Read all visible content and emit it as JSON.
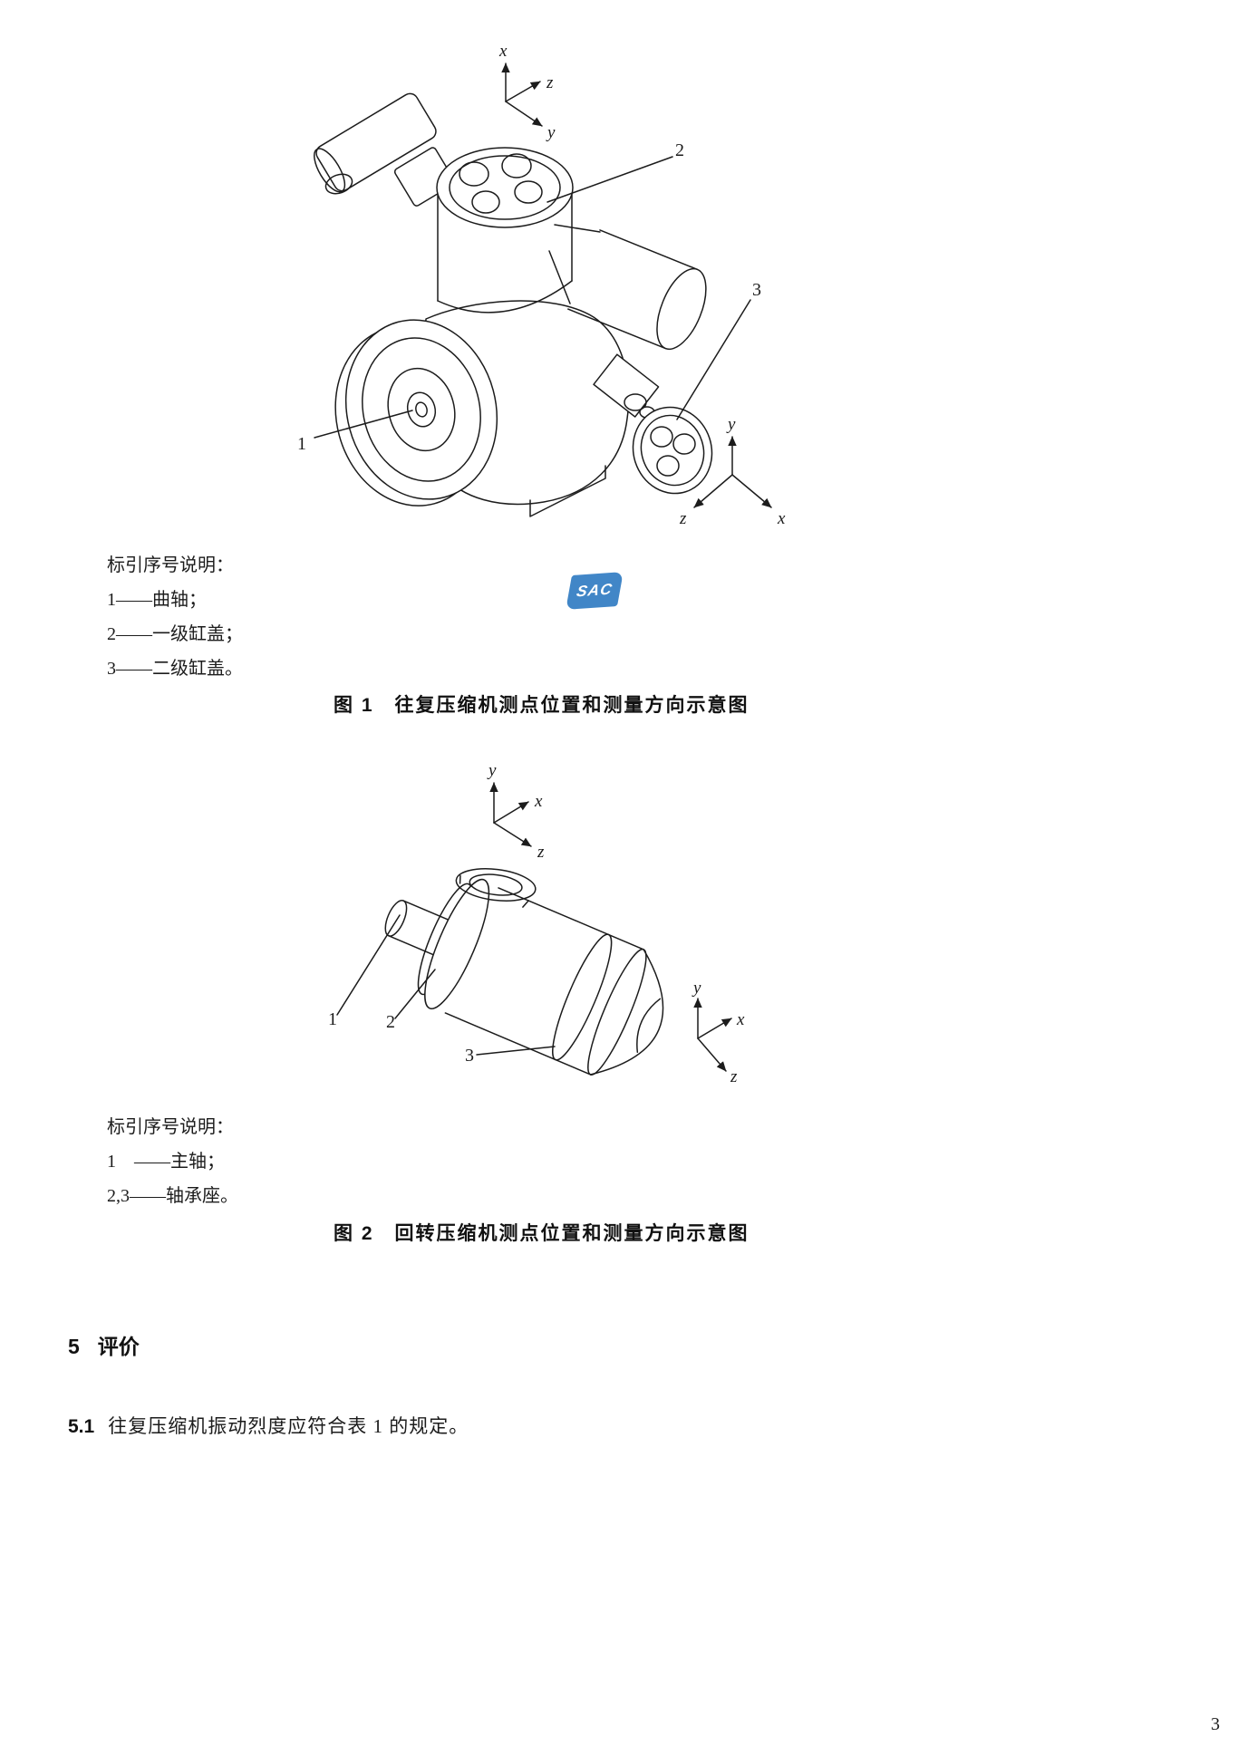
{
  "page": {
    "number": "3"
  },
  "watermark": {
    "text": "SAC"
  },
  "figure1": {
    "caption": "图 1　往复压缩机测点位置和测量方向示意图",
    "legend": {
      "title": "标引序号说明：",
      "items": [
        "1——曲轴；",
        "2——一级缸盖；",
        "3——二级缸盖。"
      ]
    },
    "callouts": {
      "c1": "1",
      "c2": "2",
      "c3": "3"
    },
    "axes_top": {
      "up": "x",
      "upper_right": "z",
      "lower_right": "y"
    },
    "axes_corner": {
      "up": "y",
      "lower_left": "z",
      "lower_right": "x"
    }
  },
  "figure2": {
    "caption": "图 2　回转压缩机测点位置和测量方向示意图",
    "legend": {
      "title": "标引序号说明：",
      "items": [
        "1    ——主轴；",
        "2,3——轴承座。"
      ]
    },
    "callouts": {
      "c1": "1",
      "c2": "2",
      "c3": "3"
    },
    "axes_top": {
      "up": "y",
      "upper_right": "x",
      "lower_right": "z"
    },
    "axes_corner": {
      "up": "y",
      "upper_right": "x",
      "lower_right": "z"
    }
  },
  "section": {
    "heading_number": "5",
    "heading_text": "评价",
    "clause_number": "5.1",
    "clause_text": "往复压缩机振动烈度应符合表 1 的规定。"
  }
}
